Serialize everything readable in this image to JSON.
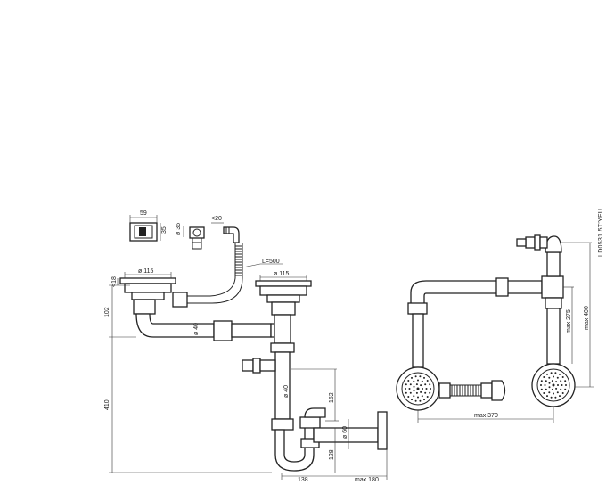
{
  "code": "LD0531 5T'YEU",
  "dims": {
    "d59": "59",
    "d35": "35",
    "d36": "ø 36",
    "d20": "<20",
    "len500": "L=500",
    "d115_left": "ø 115",
    "d115_right": "ø 115",
    "d18": "<18",
    "d102": "102",
    "d40_horiz": "ø 40",
    "d40_vert": "ø 40",
    "d410": "410",
    "d162": "162",
    "d128": "128",
    "d60": "ø 60",
    "d138": "138",
    "max180": "max 180",
    "max370": "max 370",
    "max275": "max 275",
    "max400": "max 400"
  }
}
